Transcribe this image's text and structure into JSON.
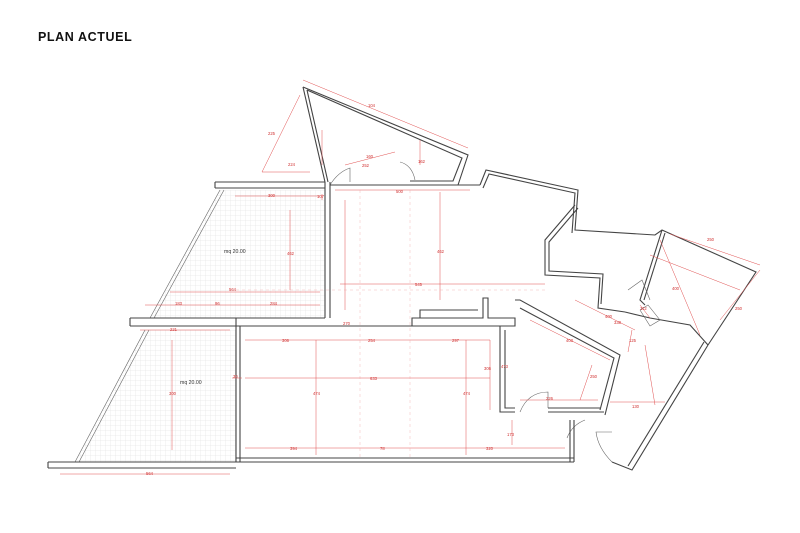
{
  "title": "PLAN ACTUEL",
  "colors": {
    "walls": "#444444",
    "dimensions": "#e05050",
    "hatch": "#c8c8c8"
  },
  "rooms": [
    {
      "label": "mq 20.00"
    },
    {
      "label": "mq 20.00"
    }
  ],
  "dimensions": [
    "104",
    "225",
    "224",
    "160",
    "252",
    "162",
    "300",
    "500",
    "107",
    "462",
    "462",
    "564",
    "545",
    "183",
    "96",
    "284",
    "221",
    "270",
    "306",
    "254",
    "297",
    "306",
    "633",
    "474",
    "474",
    "30",
    "300",
    "564",
    "394",
    "78",
    "320",
    "473",
    "403",
    "250",
    "226",
    "173",
    "400",
    "338",
    "250",
    "250",
    "125",
    "112",
    "130",
    "400"
  ]
}
